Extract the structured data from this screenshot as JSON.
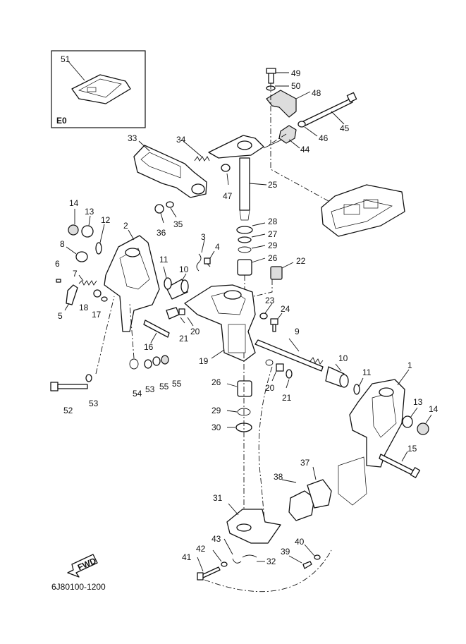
{
  "inset": {
    "part_number": "51",
    "variant_code": "E0"
  },
  "fwd_label": "FWD",
  "drawing_code": "6J80100-1200",
  "callouts": [
    {
      "id": "c1",
      "text": "1"
    },
    {
      "id": "c2",
      "text": "2"
    },
    {
      "id": "c3",
      "text": "3"
    },
    {
      "id": "c4",
      "text": "4"
    },
    {
      "id": "c5",
      "text": "5"
    },
    {
      "id": "c6",
      "text": "6"
    },
    {
      "id": "c7",
      "text": "7"
    },
    {
      "id": "c8",
      "text": "8"
    },
    {
      "id": "c9",
      "text": "9"
    },
    {
      "id": "c10a",
      "text": "10"
    },
    {
      "id": "c10b",
      "text": "10"
    },
    {
      "id": "c11a",
      "text": "11"
    },
    {
      "id": "c11b",
      "text": "11"
    },
    {
      "id": "c12",
      "text": "12"
    },
    {
      "id": "c13a",
      "text": "13"
    },
    {
      "id": "c13b",
      "text": "13"
    },
    {
      "id": "c14a",
      "text": "14"
    },
    {
      "id": "c14b",
      "text": "14"
    },
    {
      "id": "c15",
      "text": "15"
    },
    {
      "id": "c16",
      "text": "16"
    },
    {
      "id": "c17",
      "text": "17"
    },
    {
      "id": "c18",
      "text": "18"
    },
    {
      "id": "c19",
      "text": "19"
    },
    {
      "id": "c20a",
      "text": "20"
    },
    {
      "id": "c20b",
      "text": "20"
    },
    {
      "id": "c21a",
      "text": "21"
    },
    {
      "id": "c21b",
      "text": "21"
    },
    {
      "id": "c22",
      "text": "22"
    },
    {
      "id": "c23",
      "text": "23"
    },
    {
      "id": "c24",
      "text": "24"
    },
    {
      "id": "c25",
      "text": "25"
    },
    {
      "id": "c26a",
      "text": "26"
    },
    {
      "id": "c26b",
      "text": "26"
    },
    {
      "id": "c27",
      "text": "27"
    },
    {
      "id": "c28",
      "text": "28"
    },
    {
      "id": "c29a",
      "text": "29"
    },
    {
      "id": "c29b",
      "text": "29"
    },
    {
      "id": "c30",
      "text": "30"
    },
    {
      "id": "c31",
      "text": "31"
    },
    {
      "id": "c32",
      "text": "32"
    },
    {
      "id": "c33",
      "text": "33"
    },
    {
      "id": "c34",
      "text": "34"
    },
    {
      "id": "c35",
      "text": "35"
    },
    {
      "id": "c36",
      "text": "36"
    },
    {
      "id": "c37",
      "text": "37"
    },
    {
      "id": "c38",
      "text": "38"
    },
    {
      "id": "c39",
      "text": "39"
    },
    {
      "id": "c40",
      "text": "40"
    },
    {
      "id": "c41",
      "text": "41"
    },
    {
      "id": "c42",
      "text": "42"
    },
    {
      "id": "c43",
      "text": "43"
    },
    {
      "id": "c44",
      "text": "44"
    },
    {
      "id": "c45",
      "text": "45"
    },
    {
      "id": "c46",
      "text": "46"
    },
    {
      "id": "c47",
      "text": "47"
    },
    {
      "id": "c48",
      "text": "48"
    },
    {
      "id": "c49",
      "text": "49"
    },
    {
      "id": "c50",
      "text": "50"
    },
    {
      "id": "c52",
      "text": "52"
    },
    {
      "id": "c53a",
      "text": "53"
    },
    {
      "id": "c53b",
      "text": "53"
    },
    {
      "id": "c54",
      "text": "54"
    },
    {
      "id": "c55a",
      "text": "55"
    },
    {
      "id": "c55b",
      "text": "55"
    }
  ]
}
